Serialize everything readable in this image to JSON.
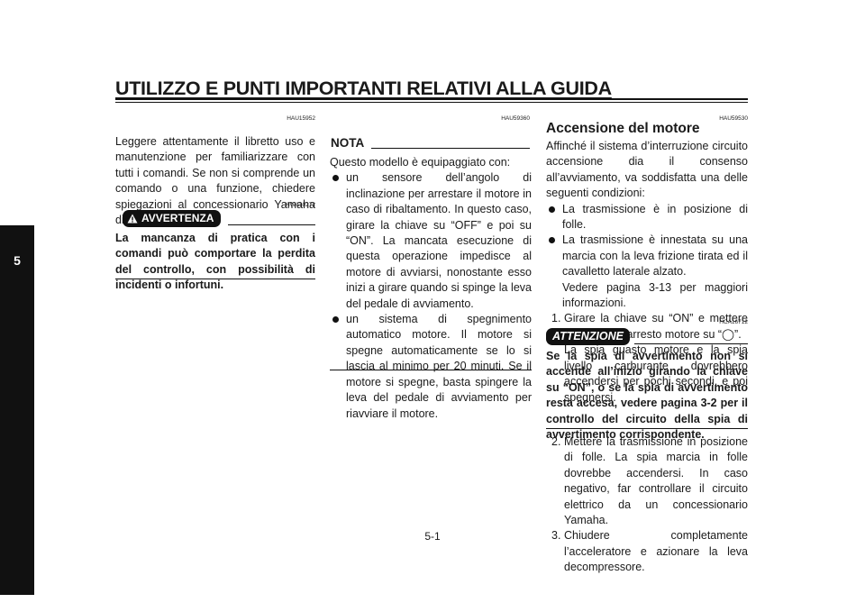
{
  "header": {
    "title": "UTILIZZO E PUNTI IMPORTANTI RELATIVI ALLA GUIDA",
    "chapter": "5"
  },
  "col1": {
    "code1": "HAU15952",
    "intro": "Leggere attentamente il libretto uso e manutenzione per familiarizzare con tutti i comandi. Se non si comprende un comando o una funzione, chiedere spiegazioni al concessionario Yamaha di fiducia.",
    "code2": "HWA10272",
    "warning_label": "AVVERTENZA",
    "warning_text": "La mancanza di pratica con i comandi può comportare la perdita del controllo, con possibilità di incidenti o infortuni."
  },
  "col2": {
    "code": "HAU59360",
    "nota_label": "NOTA",
    "lead": "Questo modello è equipaggiato con:",
    "bullets": [
      "un sensore dell’angolo di inclinazione per arrestare il motore in caso di ribaltamento. In questo caso, girare la chiave su “OFF” e poi su “ON”. La mancata esecuzione di questa operazione impedisce al motore di avviarsi, nonostante esso inizi a girare quando si spinge la leva del pedale di avviamento.",
      "un sistema di spegnimento automatico motore. Il motore si spegne automaticamente se lo si lascia al minimo per 20 minuti. Se il motore si spegne, basta spingere la leva del pedale di avviamento per riavviare il motore."
    ]
  },
  "col3": {
    "code1": "HAU59530",
    "title": "Accensione del motore",
    "intro": "Affinché il sistema d’interruzione circuito accensione dia il consenso all’avviamento, va soddisfatta una delle seguenti condizioni:",
    "bullet1": "La trasmissione è in posizione di folle.",
    "bullet2": "La trasmissione è innestata su una marcia con la leva frizione tirata ed il cavalletto laterale alzato.",
    "bullet2_ref": "Vedere pagina 3-13 per maggiori informazioni.",
    "step1_num": "1.",
    "step1": "Girare la chiave su “ON” e mettere l’interruttore arresto motore su “◯”.",
    "step1_b": "La spia guasto motore e la spia livello carburante dovrebbero accendersi per pochi secondi, e poi spegnersi.",
    "code2": "HCA16712",
    "attention_label": "ATTENZIONE",
    "attention_text": "Se la spia di avvertimento non si accende all’inizio girando la chiave su “ON”, o se la spia di avvertimento resta accesa, vedere pagina 3-2 per il controllo del circuito della spia di avvertimento corrispondente.",
    "step2_num": "2.",
    "step2": "Mettere la trasmissione in posizione di folle. La spia marcia in folle dovrebbe accendersi. In caso negativo, far controllare il circuito elettrico da un concessionario Yamaha.",
    "step3_num": "3.",
    "step3": "Chiudere completamente l’acceleratore e azionare la leva decompressore."
  },
  "footer": {
    "page_number": "5-1"
  }
}
